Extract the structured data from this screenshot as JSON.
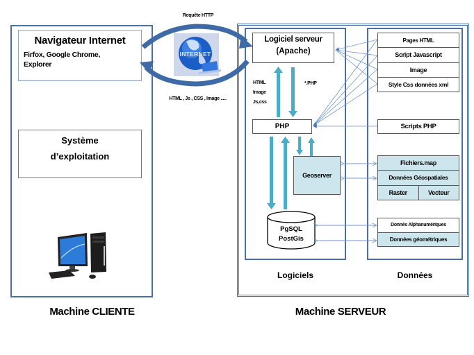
{
  "top_labels": {
    "http_request": "Requête HTTP",
    "http_response": "HTML , Js , CSS , Image ....."
  },
  "internet_icon": {
    "label": "INTERNET",
    "icon": "globe-laptop-icon"
  },
  "client": {
    "caption": "Machine CLIENTE",
    "browser": {
      "title": "Navigateur Internet",
      "subtitle_line1": "Firfox, Google Chrome,",
      "subtitle_line2": "Explorer"
    },
    "os": {
      "line1": "Système",
      "line2": "d’exploitation"
    },
    "computer_icon": "desktop-computer-icon"
  },
  "server": {
    "caption": "Machine SERVEUR",
    "software": {
      "caption": "Logiciels",
      "web_server": {
        "line1": "Logiciel serveur",
        "line2": "(Apache)"
      },
      "flow_up": {
        "line1": "HTML",
        "line2": "Image",
        "line3": "Js,css"
      },
      "flow_down": "*.PHP",
      "php": "PHP",
      "geoserver": "Geoserver",
      "database": {
        "line1": "PgSQL",
        "line2": "PostGis"
      }
    },
    "data": {
      "caption": "Données",
      "web_files": [
        "Pages HTML",
        "Script Javascript",
        "Image",
        "Style Css données xml"
      ],
      "php_scripts": "Scripts PHP",
      "geo": {
        "map_files": "Fichiers.map",
        "geospatial": "Données Géospatiales",
        "raster": "Raster",
        "vector": "Vecteur"
      },
      "db_data": [
        "Donnés Alphanumériques",
        "Données géométriques"
      ]
    }
  },
  "colors": {
    "frame": "#4a6fa5",
    "flow_arrow": "#4bacc6",
    "link_line": "#6f95cf",
    "light_blue_fill": "#cde6ee",
    "curved_arrow": "#3e6aa8"
  }
}
